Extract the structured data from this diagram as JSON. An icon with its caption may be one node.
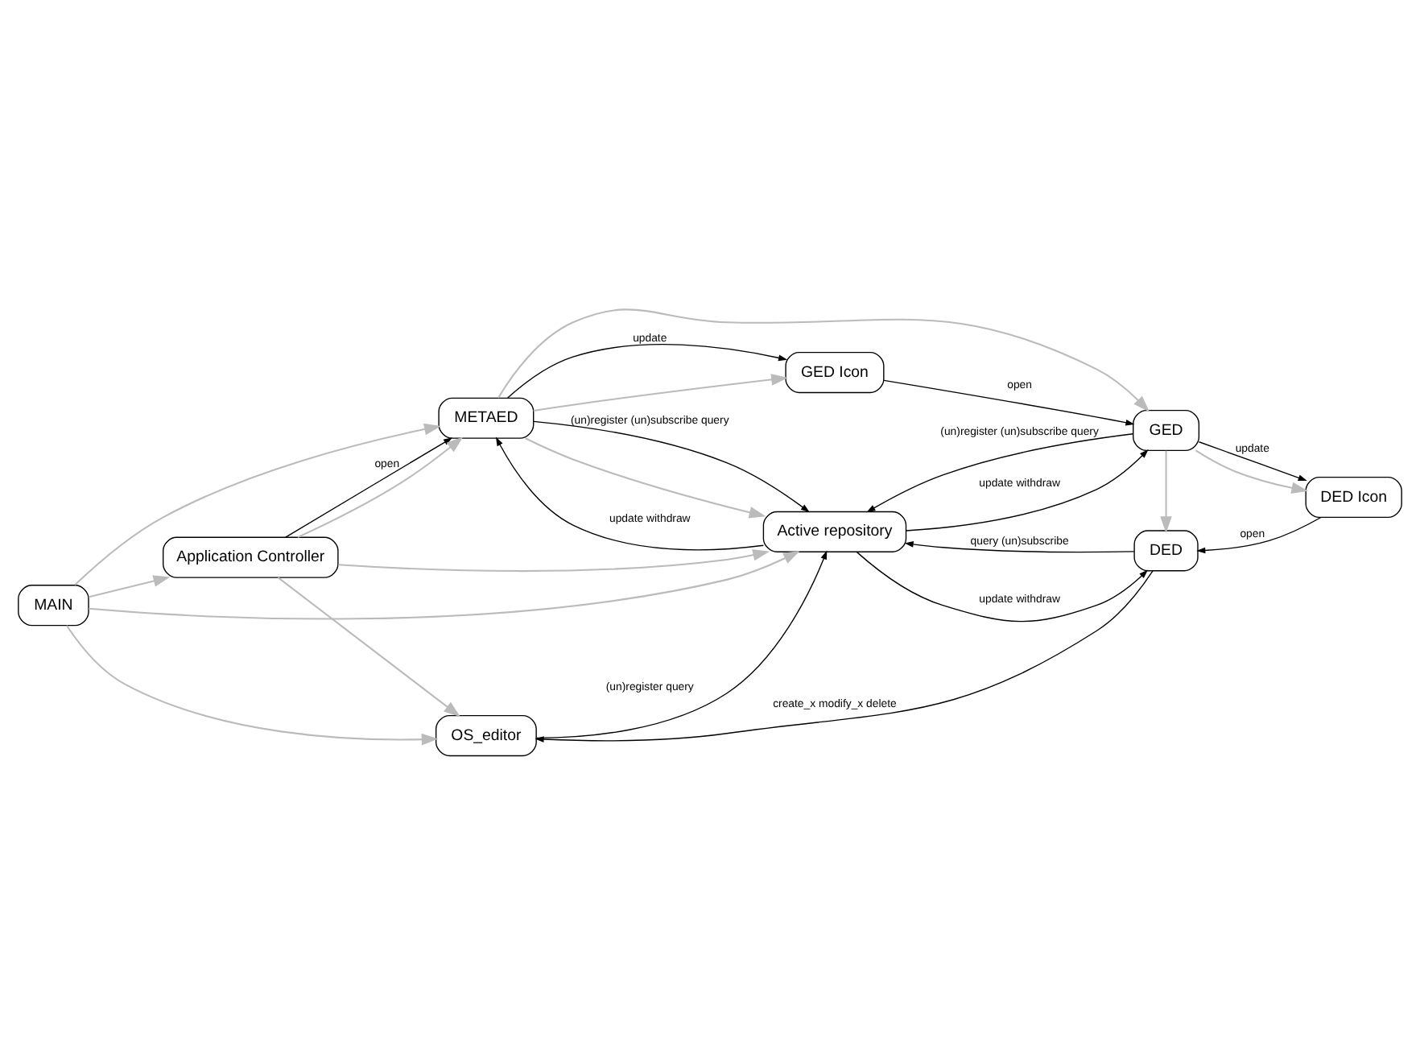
{
  "diagram": {
    "nodes": [
      {
        "text": [
          "OS_editor"
        ]
      },
      {
        "text": [
          "DED"
        ]
      },
      {
        "text": [
          "MAIN"
        ]
      },
      {
        "text": [
          "Application Controller"
        ]
      },
      {
        "text": [
          "Active repository"
        ]
      },
      {
        "text": [
          "DED Icon"
        ]
      },
      {
        "text": [
          "METAED"
        ]
      },
      {
        "text": [
          "GED"
        ]
      },
      {
        "text": [
          "GED Icon"
        ]
      }
    ],
    "edges": [
      {
        "from": 1,
        "to": 0,
        "arrow": "to",
        "label": "create_x modify_x delete"
      },
      {
        "from": 2,
        "to": 0,
        "arrow": "to",
        "color": "#bbbbbb"
      },
      {
        "from": 3,
        "to": 0,
        "arrow": "to",
        "color": "#bbbbbb"
      },
      {
        "from": 5,
        "to": 1,
        "arrow": "to",
        "label": "open"
      },
      {
        "from": 0,
        "to": 4,
        "arrow": "to",
        "label": "(un)register query"
      },
      {
        "from": 4,
        "to": 1,
        "arrow": "to",
        "label": "update withdraw"
      },
      {
        "from": 1,
        "to": 4,
        "arrow": "to",
        "label": "query (un)subscribe"
      },
      {
        "from": 2,
        "to": 4,
        "arrow": "to",
        "color": "#bbbbbb"
      },
      {
        "from": 2,
        "to": 3,
        "arrow": "to",
        "color": "#bbbbbb"
      },
      {
        "from": 3,
        "to": 4,
        "arrow": "to",
        "color": "#bbbbbb"
      },
      {
        "from": 7,
        "to": 1,
        "arrow": "to",
        "color": "#bbbbbb"
      },
      {
        "from": 3,
        "to": 6,
        "arrow": "to",
        "label": "open"
      },
      {
        "from": 3,
        "to": 6,
        "arrow": "to",
        "color": "#bbbbbb"
      },
      {
        "from": 2,
        "to": 6,
        "arrow": "to",
        "color": "#bbbbbb"
      },
      {
        "from": 6,
        "to": 4,
        "arrow": "to",
        "label": "(un)register (un)subscribe query"
      },
      {
        "from": 6,
        "to": 4,
        "arrow": "to",
        "color": "#bbbbbb"
      },
      {
        "from": 4,
        "to": 6,
        "arrow": "to",
        "label": "update withdraw"
      },
      {
        "from": 4,
        "to": 7,
        "arrow": "to",
        "label": "update withdraw"
      },
      {
        "from": 7,
        "to": 4,
        "arrow": "to",
        "label": "(un)register (un)subscribe query"
      },
      {
        "from": 7,
        "to": 5,
        "arrow": "to",
        "color": "#bbbbbb"
      },
      {
        "from": 7,
        "to": 5,
        "arrow": "to",
        "label": "update"
      },
      {
        "from": 6,
        "to": 7,
        "arrow": "to",
        "color": "#bbbbbb"
      },
      {
        "from": 6,
        "to": 8,
        "arrow": "to",
        "label": "update"
      },
      {
        "from": 6,
        "to": 8,
        "arrow": "to",
        "color": "#bbbbbb"
      },
      {
        "from": 8,
        "to": 7,
        "arrow": "to",
        "label": "open"
      }
    ]
  }
}
